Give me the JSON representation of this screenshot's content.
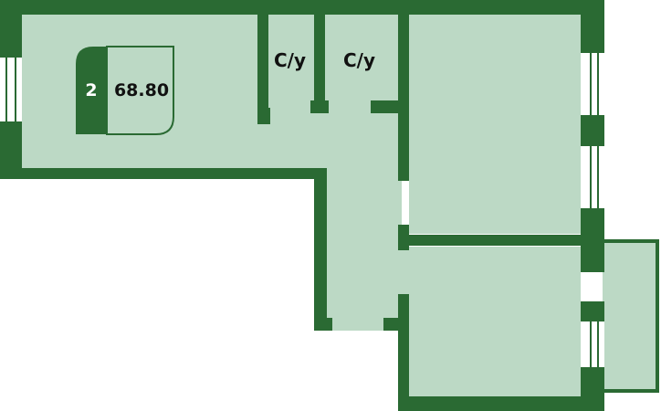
{
  "colors": {
    "wall": "#2a6a33",
    "floor": "#bcd9c5",
    "window_glass": "#ffffff"
  },
  "apartment": {
    "rooms_count": "2",
    "total_area": "68.80"
  },
  "labels": {
    "bathroom_1": "С/у",
    "bathroom_2": "С/у"
  }
}
